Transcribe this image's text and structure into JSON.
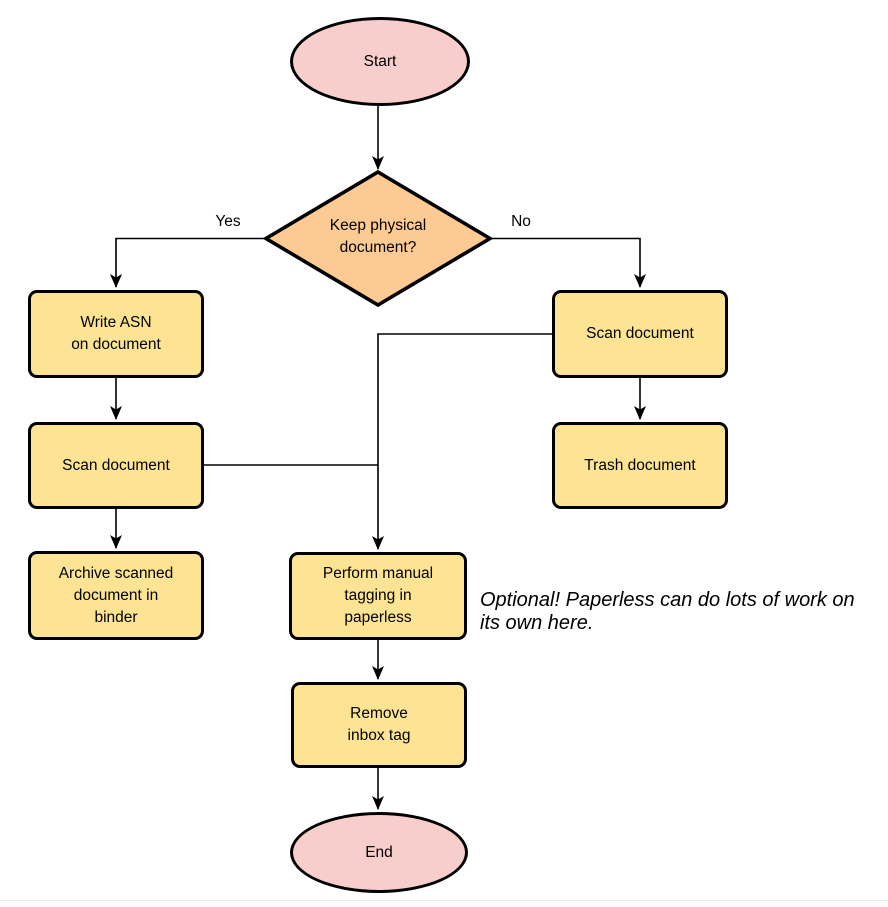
{
  "colors": {
    "terminal_fill": "#f8cecc",
    "decision_fill": "#fcca92",
    "process_fill": "#fde394",
    "stroke": "#000000"
  },
  "nodes": {
    "start": {
      "label": "Start"
    },
    "decision": {
      "label": "Keep physical\ndocument?"
    },
    "write_asn": {
      "label": "Write ASN\non document"
    },
    "scan_left": {
      "label": "Scan document"
    },
    "archive": {
      "label": "Archive scanned\ndocument in\nbinder"
    },
    "scan_right": {
      "label": "Scan document"
    },
    "trash": {
      "label": "Trash document"
    },
    "tagging": {
      "label": "Perform manual\ntagging in\npaperless"
    },
    "remove_inbox": {
      "label": "Remove\ninbox tag"
    },
    "end": {
      "label": "End"
    }
  },
  "edges": {
    "yes_label": "Yes",
    "no_label": "No"
  },
  "note": {
    "text": "Optional! Paperless can do lots of work on\nits own here."
  }
}
